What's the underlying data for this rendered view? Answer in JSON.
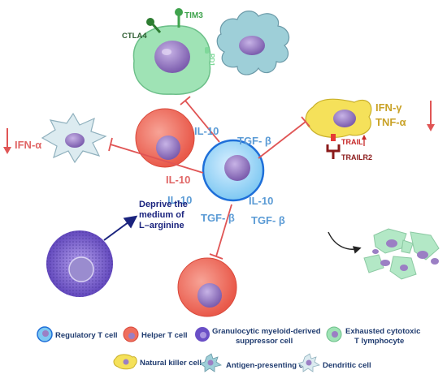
{
  "cytokines": {
    "il10_a": "IL-10",
    "tgfb_a": "TGF- β",
    "il10_red": "IL-10",
    "il10_b": "IL-10",
    "il10_c": "IL-10",
    "tgfb_b": "TGF- β",
    "tgfb_c": "TGF- β"
  },
  "checkpoints": {
    "ctla4": "CTLA4",
    "tim3": "TIM3",
    "pd1": "PD1"
  },
  "nk": {
    "ifn_g": "IFN-γ",
    "tnf_a": "TNF-α",
    "trail": "TRAIL",
    "trailr2": "TRAILR2"
  },
  "dc": {
    "ifn_a": "IFN-α"
  },
  "mdsc": {
    "line1": "Deprive the",
    "line2": "medium of",
    "line3": "L–arginine"
  },
  "legend": {
    "treg": "Regulatory T cell",
    "helper": "Helper T cell",
    "mdsc_1": "Granulocytic myeloid-derived",
    "mdsc_2": "suppressor cell",
    "ctl_1": "Exhausted cytotoxic",
    "ctl_2": "T lymphocyte",
    "nk": "Natural killer cell",
    "apc": "Antigen-presenting cell",
    "dc": "Dendritic cell"
  },
  "colors": {
    "treg": "#7ec8f2",
    "helper": "#ef6f5e",
    "mdsc": "#6a4fc6",
    "ctl": "#9fe3b5",
    "nk": "#f5e15a",
    "apc": "#9ecfd8",
    "nucleus": "#9b7fc4",
    "inhibit": "#e05555",
    "arrow": "#1a237e"
  }
}
